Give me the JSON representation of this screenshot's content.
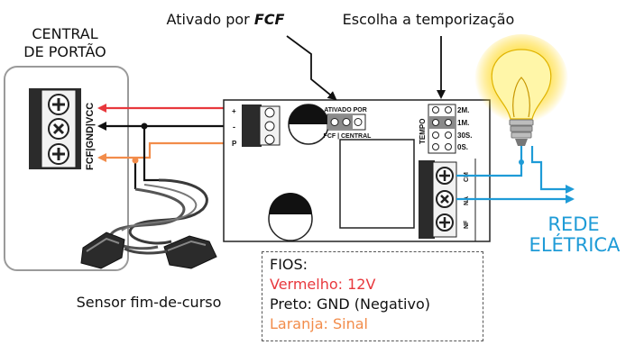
{
  "labels": {
    "central_title_line1": "CENTRAL",
    "central_title_line2": "DE PORTÃO",
    "terminal_vcc": "VCC",
    "terminal_gnd": "GND",
    "terminal_fcf": "FCF",
    "activated_by": "Ativado por ",
    "activated_by_em": "FCF",
    "choose_timing": "Escolha a temporização",
    "board_activated_by": "ATIVADO POR",
    "board_fcf_central": "FCF | CENTRAL",
    "board_tempo": "TEMPO",
    "time_options": [
      "2M.",
      "1M.",
      "30S.",
      "0S."
    ],
    "relay_cm": "CM",
    "relay_na": "NA",
    "relay_nf": "NF",
    "pin_plus": "+",
    "pin_minus": "-",
    "pin_p": "P",
    "grid_line1": "REDE",
    "grid_line2": "ELÉTRICA",
    "sensor": "Sensor fim-de-curso"
  },
  "legend": {
    "title": "FIOS:",
    "red": "Vermelho: 12V",
    "black": "Preto: GND (Negativo)",
    "orange": "Laranja: Sinal"
  },
  "colors": {
    "red": "#e8383d",
    "orange": "#f28c4a",
    "blue": "#1e9bd7",
    "black": "#111111"
  }
}
